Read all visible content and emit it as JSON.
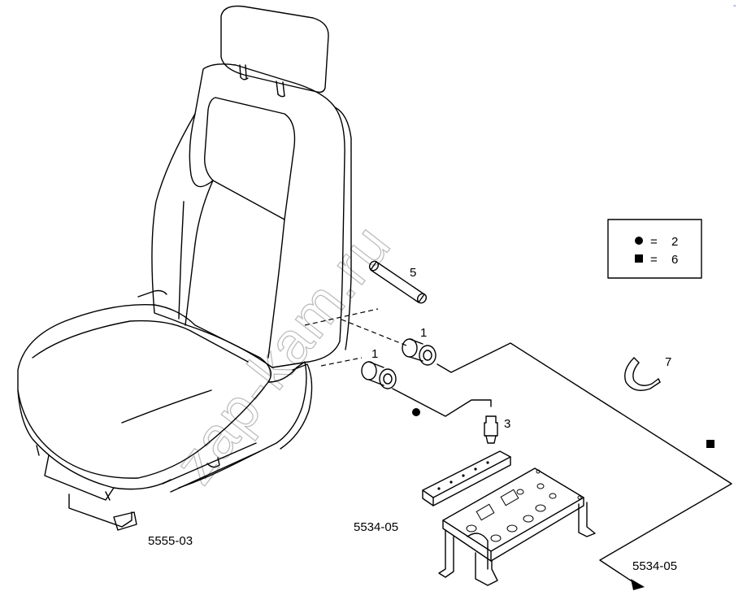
{
  "diagram": {
    "parts": [
      {
        "id": "seat",
        "code": "5555-03"
      },
      {
        "id": "bracket",
        "code": "5534-05"
      },
      {
        "id": "ref",
        "code": "5534-05"
      }
    ],
    "callouts": {
      "c1a": "1",
      "c1b": "1",
      "c3": "3",
      "c5": "5",
      "c7": "7"
    },
    "legend": {
      "circle_value": "2",
      "square_value": "6",
      "equals": "="
    },
    "watermark": "zap-kam.ru",
    "corner_mark": "-"
  }
}
